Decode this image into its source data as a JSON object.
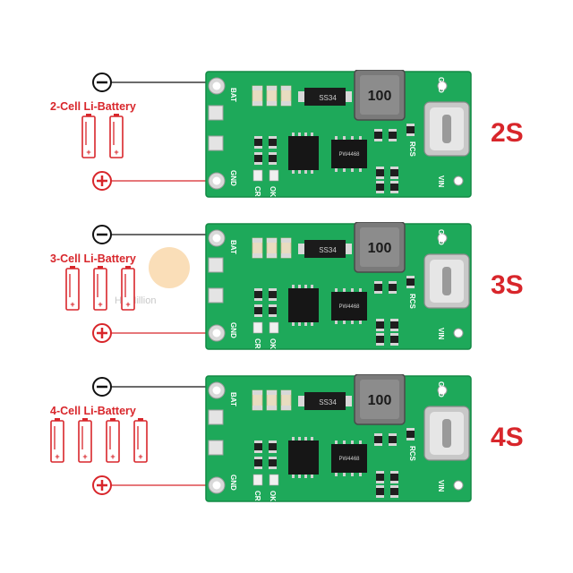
{
  "rows": [
    {
      "cell_label": "2-Cell Li-Battery",
      "series_label": "2S",
      "battery_count": 2,
      "minus_symbol": "−",
      "plus_symbol": "+"
    },
    {
      "cell_label": "3-Cell Li-Battery",
      "series_label": "3S",
      "battery_count": 3,
      "minus_symbol": "−",
      "plus_symbol": "+"
    },
    {
      "cell_label": "4-Cell Li-Battery",
      "series_label": "4S",
      "battery_count": 4,
      "minus_symbol": "−",
      "plus_symbol": "+"
    }
  ],
  "board": {
    "bat_label": "BAT",
    "gnd_label_left": "GND",
    "cr_label": "CR",
    "ok_label": "OK",
    "gnd_label_right": "GND",
    "vin_label": "VIN",
    "rcs_label": "RCS",
    "inductor_label": "100",
    "diode_label": "SS34",
    "ic_label": "PW4468",
    "colors": {
      "pcb": "#1ea95a",
      "pcb_edge": "#138a45",
      "accent_red": "#d8262b"
    }
  },
  "watermark_text": "HAMillion"
}
